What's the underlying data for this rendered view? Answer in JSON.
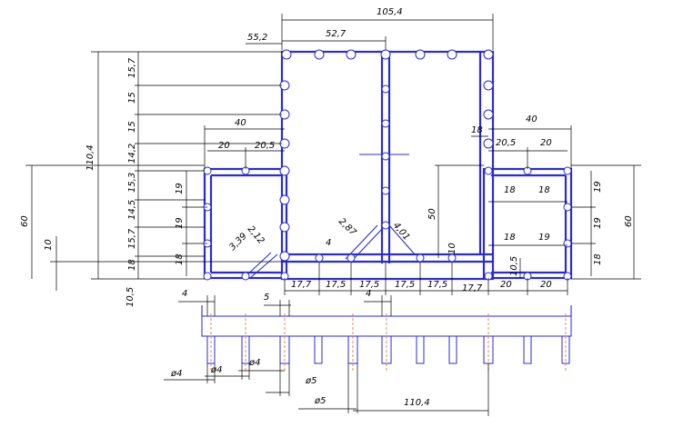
{
  "colors": {
    "object": "#2b2bd6",
    "dimension": "#000000",
    "centerline": "#e07030"
  },
  "dims": {
    "top_total": "105,4",
    "top_half": "52,7",
    "offset_55": "55,2",
    "left_height_total": "110,4",
    "left_stack": [
      "15,7",
      "15",
      "15",
      "14,2",
      "15,3",
      "14,5",
      "15,7",
      "18"
    ],
    "left_60": "60",
    "left_10": "10",
    "left_10_5": "10,5",
    "lb_40": "40",
    "lb_20": "20",
    "lb_20_5": "20,5",
    "lb_19a": "19",
    "lb_19b": "19",
    "lb_18": "18",
    "lb_212": "2,12",
    "lb_339": "3,39",
    "mid_287": "2,87",
    "mid_401": "4,01",
    "mid_4": "4",
    "mid_50": "50",
    "mid_10": "10",
    "right_18": "18",
    "right_40": "40",
    "right_20_5": "20,5",
    "right_20": "20",
    "right_inner": [
      "18",
      "18",
      "18",
      "19"
    ],
    "right_10_5": "10,5",
    "right_stack": [
      "19",
      "19",
      "18"
    ],
    "right_60": "60",
    "bottom_row": [
      "17,7",
      "17,5",
      "17,5",
      "17,5",
      "17,5",
      "17,7",
      "20",
      "20"
    ],
    "under_4a": "4",
    "under_5": "5",
    "under_4b": "4",
    "phi_4a": "ø4",
    "phi_4b": "ø4",
    "phi_4c": "ø4",
    "phi_5a": "ø5",
    "phi_5b": "ø5",
    "bottom_total": "110,4"
  }
}
